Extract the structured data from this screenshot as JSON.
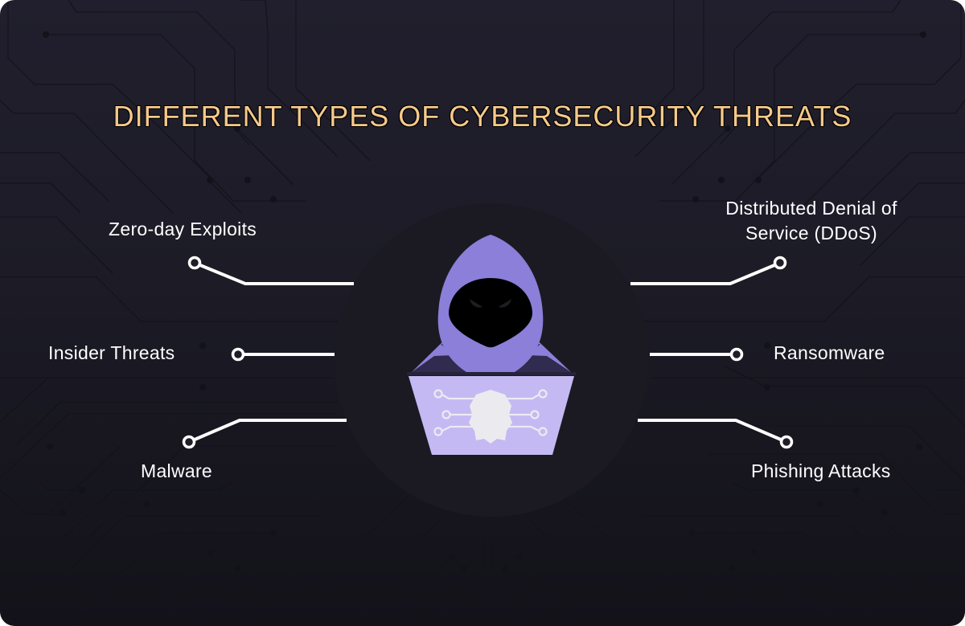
{
  "title": "DIFFERENT TYPES OF CYBERSECURITY THREATS",
  "colors": {
    "background_top": "#211f2d",
    "background_bottom": "#131219",
    "title": "#f6c98a",
    "circle_fill": "#1b1a22",
    "hood": "#8b7fd9",
    "hood_shadow": "#312b4f",
    "laptop": "#c5b9f3",
    "laptop_circuit": "#ebebef",
    "connector": "#ffffff"
  },
  "center_graphic": {
    "icon": "hooded-hacker-with-laptop-icon"
  },
  "threats": {
    "left": [
      {
        "label": "Zero-day Exploits"
      },
      {
        "label": "Insider Threats"
      },
      {
        "label": "Malware"
      }
    ],
    "right": [
      {
        "label_line1": "Distributed Denial of",
        "label_line2": "Service (DDoS)"
      },
      {
        "label": "Ransomware"
      },
      {
        "label": "Phishing Attacks"
      }
    ]
  }
}
